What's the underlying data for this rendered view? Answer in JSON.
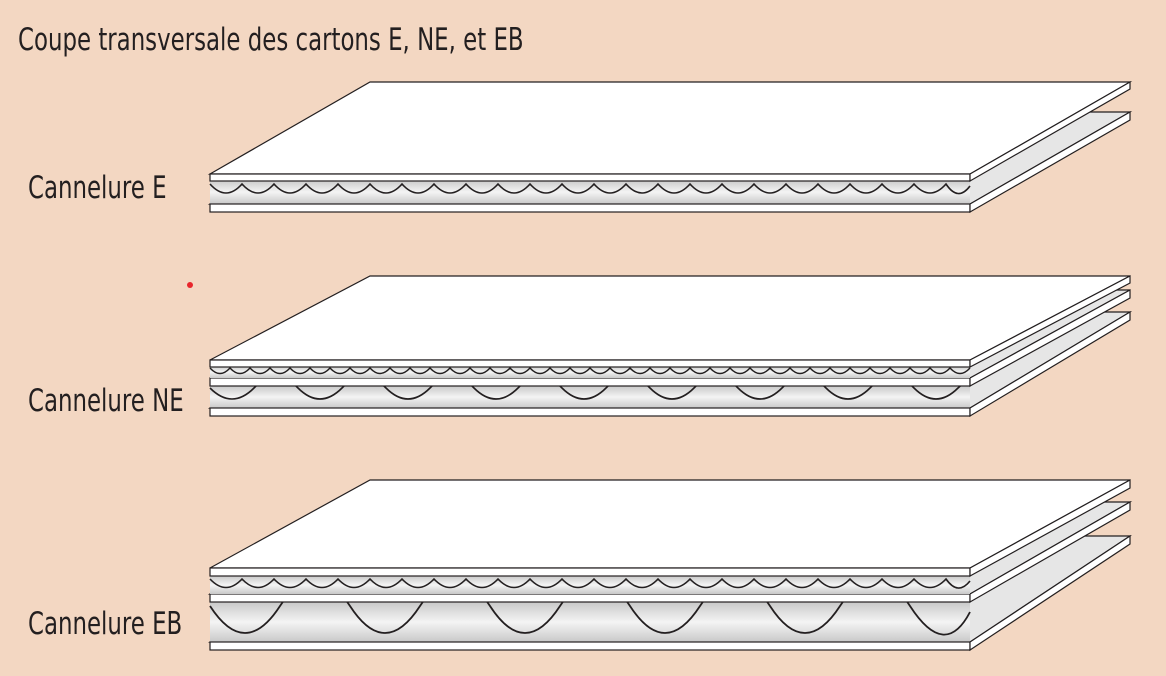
{
  "title": "Coupe transversale des cartons E, NE, et EB",
  "labels": {
    "e": "Cannelure E",
    "ne": "Cannelure NE",
    "eb": "Cannelure EB"
  },
  "colors": {
    "background": "#f3d7c2",
    "liner": "#ffffff",
    "flute_fill": "#dcdcdc",
    "outline": "#231f20",
    "marker_dot": "#e8262c"
  }
}
